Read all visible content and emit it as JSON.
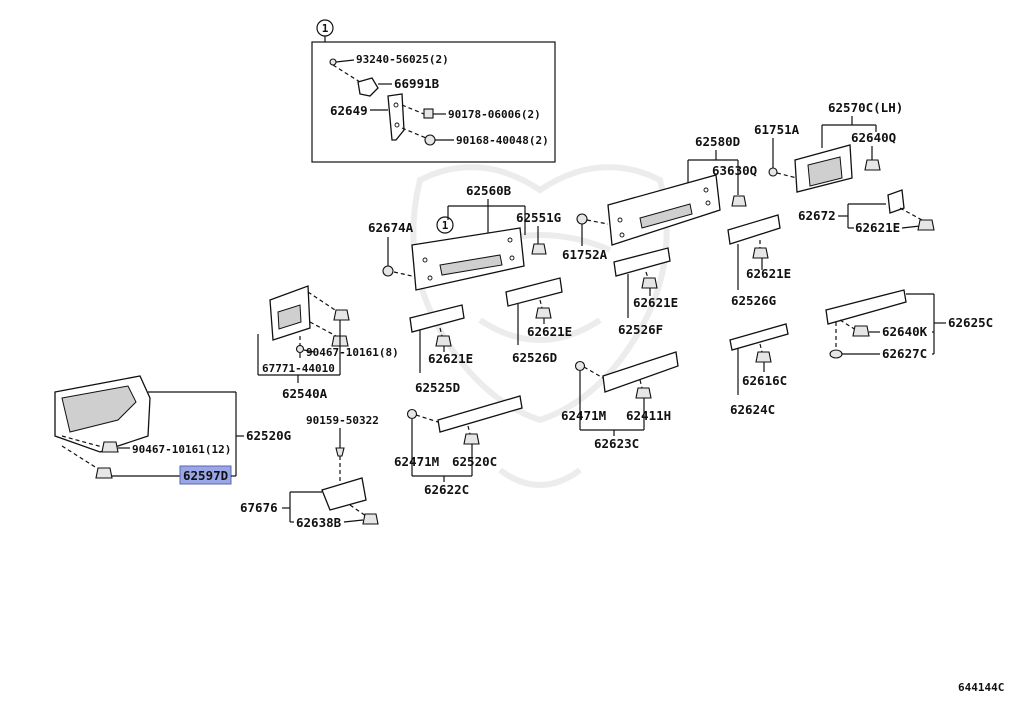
{
  "diagram_id": "644144C",
  "highlight_color": "#9aa6e6",
  "callout_marker": "1",
  "labels": {
    "p93240": "93240-56025(2)",
    "p66991b": "66991B",
    "p62649": "62649",
    "p90178": "90178-06006(2)",
    "p90168": "90168-40048(2)",
    "p62560b": "62560B",
    "p62551g": "62551G",
    "p62674a": "62674A",
    "p61752a": "61752A",
    "p62580d": "62580D",
    "p63630q": "63630Q",
    "p61751a": "61751A",
    "p62570c": "62570C(LH)",
    "p62640q": "62640Q",
    "p62672": "62672",
    "p62621e_a": "62621E",
    "p62621e_b": "62621E",
    "p62526g": "62526G",
    "p62621e_c": "62621E",
    "p62526f": "62526F",
    "p62621e_d": "62621E",
    "p62526d": "62526D",
    "p62621e_e": "62621E",
    "p62525d": "62525D",
    "p90467_8": "90467-10161(8)",
    "p67771": "67771-44010",
    "p62540a": "62540A",
    "p90467_12": "90467-10161(12)",
    "p62520g": "62520G",
    "p62597d": "62597D",
    "p90159": "90159-50322",
    "p67676": "67676",
    "p62638b": "62638B",
    "p62471m_a": "62471M",
    "p62520c": "62520C",
    "p62622c": "62622C",
    "p62471m_b": "62471M",
    "p62411h": "62411H",
    "p62623c": "62623C",
    "p62616c": "62616C",
    "p62624c": "62624C",
    "p62640k": "62640K",
    "p62625c": "62625C",
    "p62627c": "62627C"
  }
}
